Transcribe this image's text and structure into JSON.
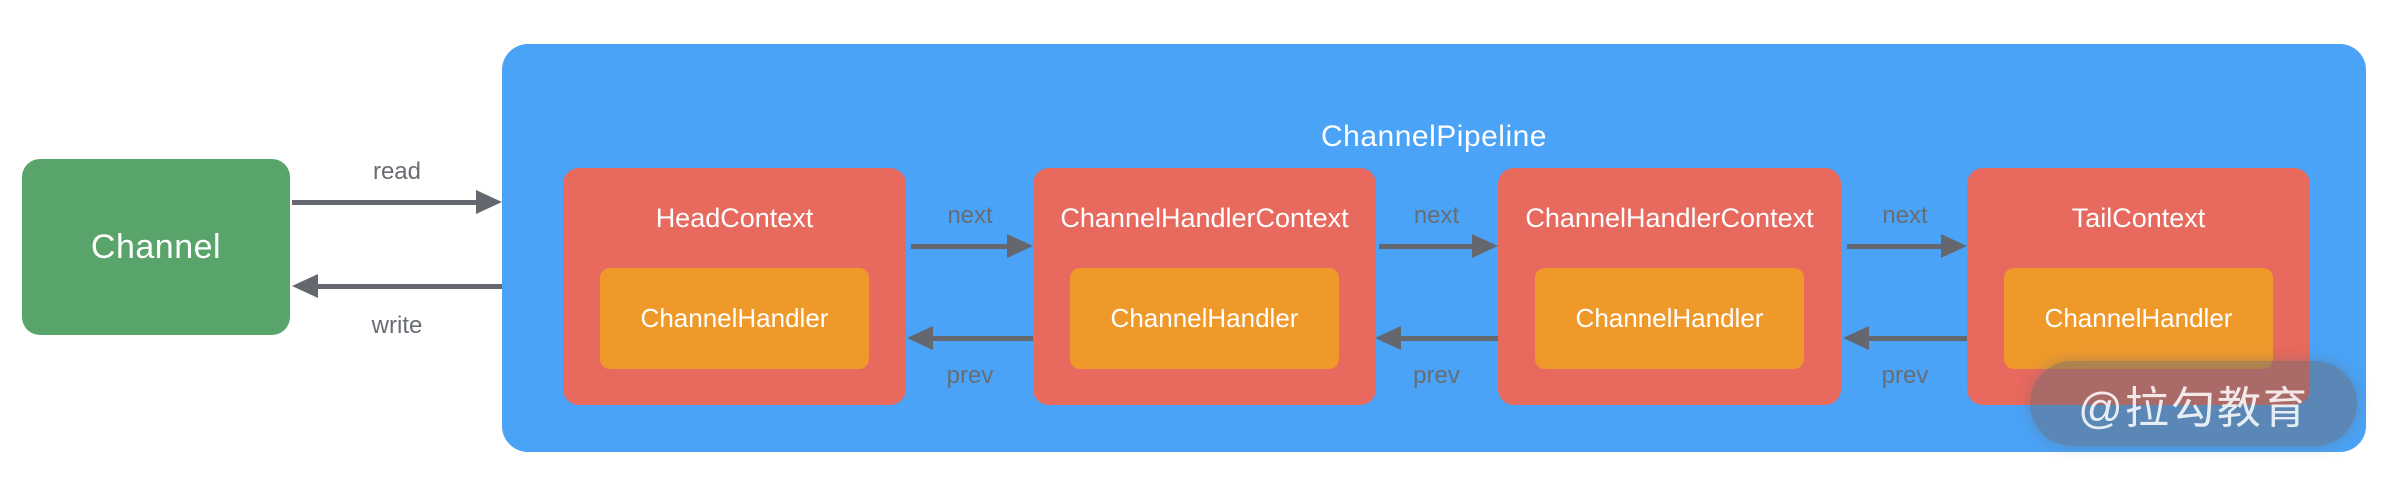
{
  "channel": {
    "label": "Channel"
  },
  "edges": {
    "read": "read",
    "write": "write"
  },
  "pipeline": {
    "title": "ChannelPipeline",
    "links": {
      "next": "next",
      "prev": "prev"
    },
    "contexts": [
      {
        "title": "HeadContext",
        "handler": "ChannelHandler"
      },
      {
        "title": "ChannelHandlerContext",
        "handler": "ChannelHandler"
      },
      {
        "title": "ChannelHandlerContext",
        "handler": "ChannelHandler"
      },
      {
        "title": "TailContext",
        "handler": "ChannelHandler"
      }
    ]
  },
  "watermark": {
    "label": "@拉勾教育"
  },
  "colors": {
    "channel_green": "#58A46A",
    "pipeline_blue": "#4AA3F7",
    "context_red": "#E8695D",
    "handler_orange": "#F0992B",
    "arrow_gray": "#64686E",
    "label_gray": "#686D73",
    "background": "#FFFFFF"
  }
}
